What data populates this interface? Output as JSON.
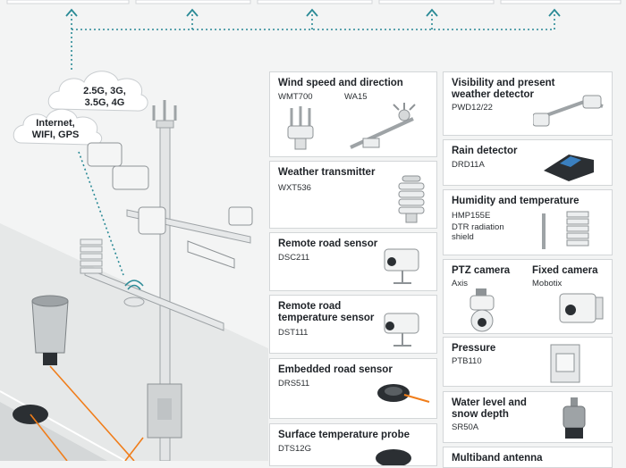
{
  "network": {
    "cloud_mobile": [
      "2.5G, 3G,",
      "3.5G, 4G"
    ],
    "cloud_internet": [
      "Internet,",
      "WIFI, GPS"
    ]
  },
  "cards": {
    "wind": {
      "title": "Wind speed and direction",
      "model_1": "WMT700",
      "model_2": "WA15"
    },
    "visibility": {
      "title_1": "Visibility and present",
      "title_2": "weather detector",
      "model": "PWD12/22"
    },
    "transmitter": {
      "title": "Weather transmitter",
      "model": "WXT536"
    },
    "rain": {
      "title": "Rain detector",
      "model": "DRD11A"
    },
    "humidity": {
      "title": "Humidity and temperature",
      "model": "HMP155E",
      "shield_1": "DTR radiation",
      "shield_2": "shield"
    },
    "remote_road": {
      "title": "Remote road sensor",
      "model": "DSC211"
    },
    "ptz": {
      "title": "PTZ camera",
      "model": "Axis"
    },
    "fixed_cam": {
      "title": "Fixed camera",
      "model": "Mobotix"
    },
    "remote_temp": {
      "title_1": "Remote road",
      "title_2": "temperature sensor",
      "model": "DST111"
    },
    "pressure": {
      "title": "Pressure",
      "model": "PTB110"
    },
    "embedded": {
      "title": "Embedded road sensor",
      "model": "DRS511"
    },
    "water": {
      "title_1": "Water level and",
      "title_2": "snow depth",
      "model": "SR50A"
    },
    "surface": {
      "title": "Surface temperature probe",
      "model": "DTS12G"
    },
    "antenna": {
      "title": "Multiband antenna"
    }
  },
  "colors": {
    "network_line": "#2a8a96",
    "cable": "#f07d1a",
    "card_border": "#d3d6d8"
  }
}
